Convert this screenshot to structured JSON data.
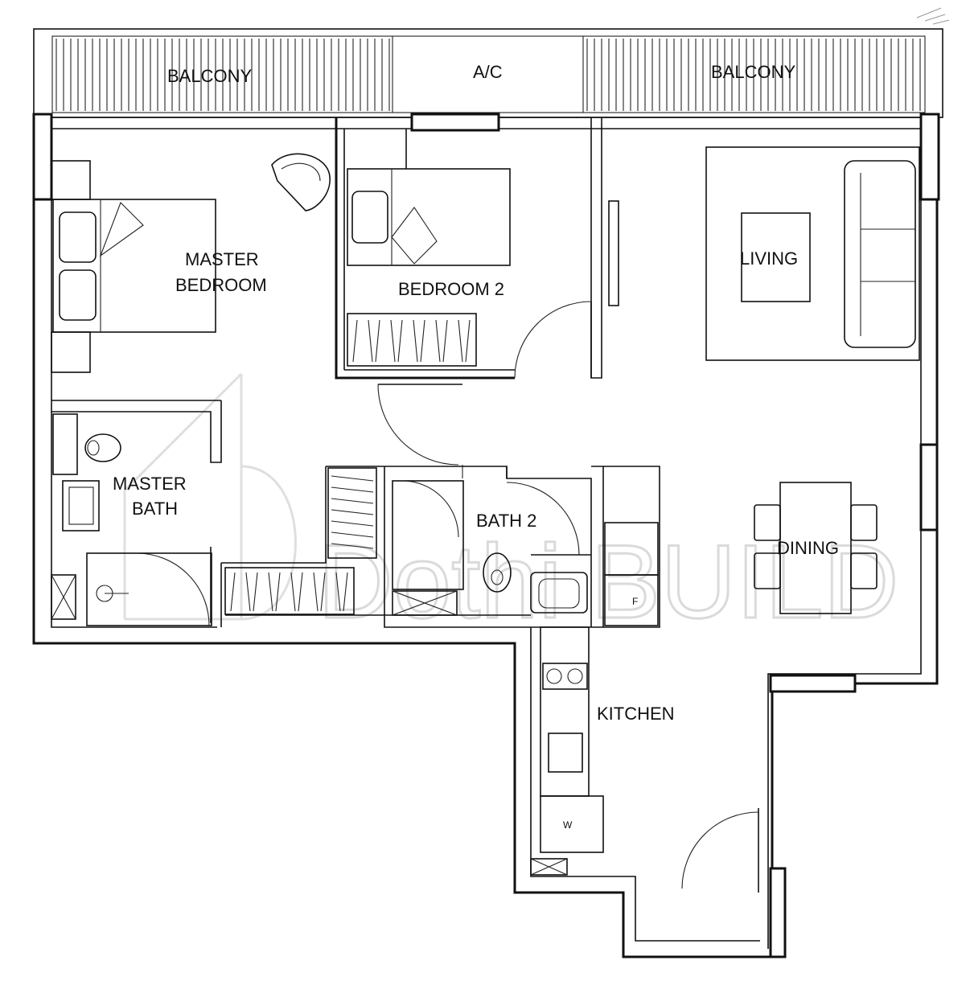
{
  "rooms": {
    "balcony_left": "BALCONY",
    "ac": "A/C",
    "balcony_right": "BALCONY",
    "master_bedroom_1": "MASTER",
    "master_bedroom_2": "BEDROOM",
    "bedroom_2": "BEDROOM 2",
    "living": "LIVING",
    "master_bath_1": "MASTER",
    "master_bath_2": "BATH",
    "bath_2": "BATH 2",
    "dining": "DINING",
    "kitchen": "KITCHEN"
  },
  "fixtures": {
    "fridge": "F",
    "washer": "W"
  },
  "watermark": {
    "text": "Dothi BUILD"
  },
  "colors": {
    "line": "#111111",
    "watermark": "#bdbdbd",
    "background": "#ffffff"
  }
}
